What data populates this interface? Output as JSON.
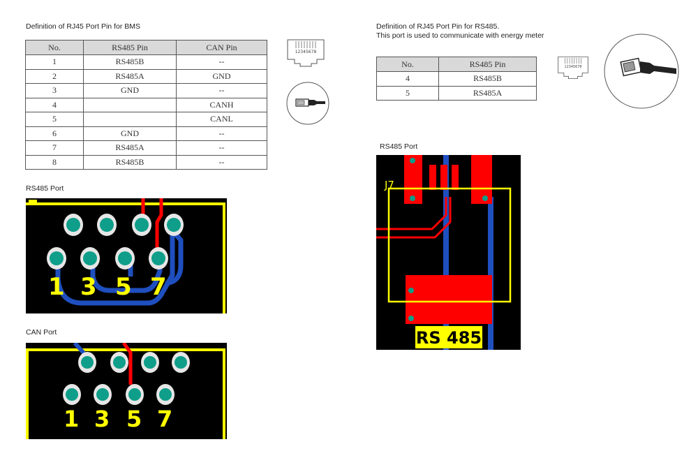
{
  "bms": {
    "caption": "Definition of RJ45 Port Pin for BMS",
    "headers": [
      "No.",
      "RS485 Pin",
      "CAN Pin"
    ],
    "rows": [
      [
        "1",
        "RS485B",
        "--"
      ],
      [
        "2",
        "RS485A",
        "GND"
      ],
      [
        "3",
        "GND",
        "--"
      ],
      [
        "4",
        "",
        "CANH"
      ],
      [
        "5",
        "",
        "CANL"
      ],
      [
        "6",
        "GND",
        "--"
      ],
      [
        "7",
        "RS485A",
        "--"
      ],
      [
        "8",
        "RS485B",
        "--"
      ]
    ],
    "jack_pins": "12345678"
  },
  "meter": {
    "caption_line1": "Definition of RJ45 Port Pin for RS485.",
    "caption_line2": "This port is used to communicate with energy meter",
    "headers": [
      "No.",
      "RS485 Pin"
    ],
    "rows": [
      [
        "4",
        "RS485B"
      ],
      [
        "5",
        "RS485A"
      ]
    ],
    "jack_pins": "12345678"
  },
  "rs485_port": {
    "caption": "RS485 Port",
    "numbers": [
      "1",
      "3",
      "5",
      "7"
    ]
  },
  "can_port": {
    "caption": "CAN Port",
    "numbers": [
      "1",
      "3",
      "5",
      "7"
    ]
  },
  "rs485_meter_port": {
    "caption": "RS485 Port",
    "ref": "J7",
    "label": "RS 485"
  },
  "colors": {
    "pcb_bg": "#000000",
    "silkscreen": "#ffff00",
    "trace_red": "#ff0000",
    "trace_blue": "#1f4fbf",
    "pad": "#0e9e8a"
  }
}
